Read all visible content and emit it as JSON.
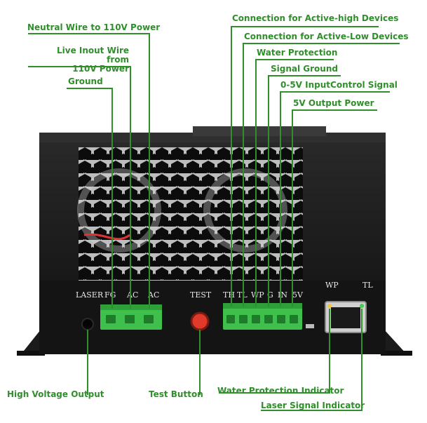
{
  "callouts": {
    "neutral_wire": "Neutral Wire to 110V Power",
    "live_wire": "Live Inout Wire  from\n110V Power",
    "ground": "Ground",
    "active_high": "Connection for Active-high Devices",
    "active_low": "Connection for Active-Low Devices",
    "water_protection": "Water Protection",
    "signal_ground": "Signal Ground",
    "input_control": "0-5V InputControl Signal",
    "output_power": "5V Output Power",
    "high_voltage_output": "High Voltage Output",
    "test_button": "Test Button",
    "water_protection_indicator": "Water Protection Indicator",
    "laser_signal_indicator": "Laser Signal Indicator"
  },
  "panel_labels": {
    "laser": "LASER",
    "fg": "FG",
    "ac1": "AC",
    "ac2": "AC",
    "test": "TEST",
    "th": "TH",
    "tl": "TL",
    "wp": "WP",
    "g": "G",
    "in": "IN",
    "v5": "5V",
    "port_wp": "WP",
    "port_tl": "TL"
  },
  "colors": {
    "callout_green": "#2f8f2a",
    "device_body": "#161616",
    "terminal_green": "#3fbf4b",
    "test_button_red": "#e03a2a",
    "led_green": "#3bd14a"
  }
}
